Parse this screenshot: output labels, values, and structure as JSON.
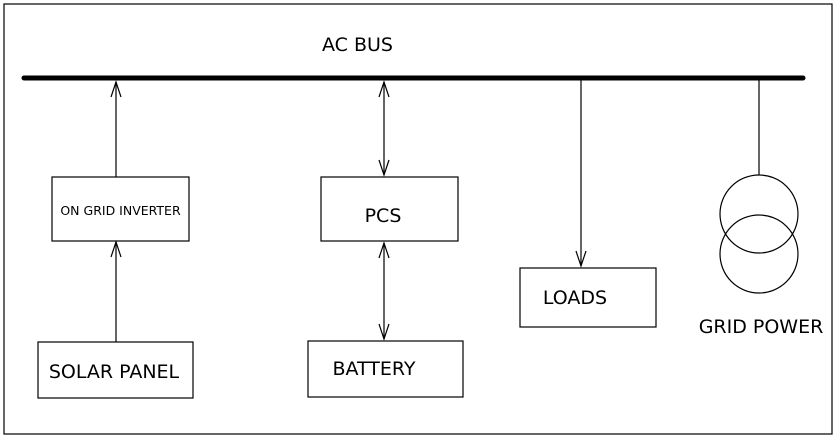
{
  "diagram": {
    "bus_label": "AC BUS",
    "inverter_label": "ON GRID INVERTER",
    "solar_label": "SOLAR PANEL",
    "pcs_label": "PCS",
    "battery_label": "BATTERY",
    "loads_label": "LOADS",
    "grid_label": "GRID POWER"
  },
  "colors": {
    "line": "#000000",
    "background": "#ffffff"
  }
}
